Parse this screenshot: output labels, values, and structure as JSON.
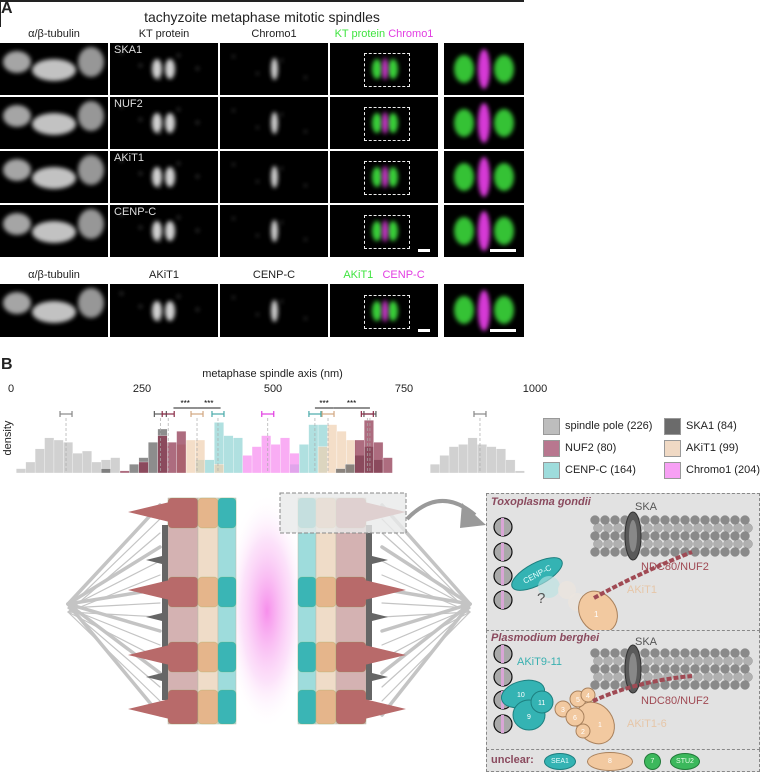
{
  "panel_a": {
    "label": "A",
    "title": "tachyzoite metaphase mitotic spindles",
    "columns": [
      "α/β-tubulin",
      "KT protein",
      "Chromo1"
    ],
    "merge_header": {
      "green": "KT protein",
      "magenta": "Chromo1"
    },
    "rows": [
      "SKA1",
      "NUF2",
      "AKiT1",
      "CENP-C"
    ],
    "second_set": {
      "columns": [
        "α/β-tubulin",
        "AKiT1",
        "CENP-C"
      ],
      "merge_header": {
        "green": "AKiT1",
        "magenta": "CENP-C"
      }
    },
    "colors": {
      "green": "#3fe43f",
      "magenta": "#e23de2"
    }
  },
  "panel_b": {
    "label": "B",
    "axis_title": "metaphase spindle axis (nm)",
    "y_label": "density",
    "significance": [
      "***",
      "***",
      "***",
      "***"
    ],
    "legend": [
      {
        "label": "spindle pole (226)",
        "color": "#bdbdbd"
      },
      {
        "label": "SKA1 (84)",
        "color": "#6b6b6b"
      },
      {
        "label": "NUF2 (80)",
        "color": "#b8778f"
      },
      {
        "label": "AKiT1 (99)",
        "color": "#f0d9c4"
      },
      {
        "label": "CENP-C (164)",
        "color": "#9edcdc"
      },
      {
        "label": "Chromo1 (204)",
        "color": "#f7a0f4"
      }
    ]
  },
  "model": {
    "toxo": {
      "species": "Toxoplasma gondii",
      "ska": "SKA",
      "cenpc": "CENP-C",
      "question": "?",
      "ndc80": "NDC80/NUF2",
      "akit": "AKiT1",
      "akit_num": "1"
    },
    "plasmo": {
      "species": "Plasmodium berghei",
      "ska": "SKA",
      "akit9_11": "AKiT9-11",
      "nums_teal": [
        "10",
        "11",
        "9"
      ],
      "nums_tan": [
        "5",
        "4",
        "3",
        "6",
        "1",
        "2"
      ],
      "ndc80": "NDC80/NUF2",
      "akit": "AKiT1-6"
    },
    "unclear": {
      "label": "unclear:",
      "items": [
        "SEA1",
        "8",
        "7",
        "STU2"
      ]
    }
  },
  "chart_data": {
    "type": "bar",
    "title": "metaphase spindle axis (nm)",
    "xlabel": "metaphase spindle axis (nm)",
    "ylabel": "density",
    "xlim": [
      0,
      1000
    ],
    "xticks": [
      0,
      250,
      500,
      750,
      1000
    ],
    "legend_position": "right",
    "bin_width_nm": 18,
    "series": [
      {
        "name": "spindle pole (226)",
        "n": 226,
        "mean_nm": 105,
        "color": "#bdbdbd",
        "bins_left": [
          {
            "x": 10,
            "h": 2
          },
          {
            "x": 28,
            "h": 5
          },
          {
            "x": 46,
            "h": 11
          },
          {
            "x": 64,
            "h": 16
          },
          {
            "x": 82,
            "h": 15
          },
          {
            "x": 100,
            "h": 14
          },
          {
            "x": 118,
            "h": 9
          },
          {
            "x": 136,
            "h": 10
          },
          {
            "x": 154,
            "h": 5
          },
          {
            "x": 172,
            "h": 6
          },
          {
            "x": 190,
            "h": 7
          }
        ],
        "bins_right": [
          {
            "x": 800,
            "h": 4
          },
          {
            "x": 818,
            "h": 8
          },
          {
            "x": 836,
            "h": 12
          },
          {
            "x": 854,
            "h": 13
          },
          {
            "x": 872,
            "h": 16
          },
          {
            "x": 890,
            "h": 13
          },
          {
            "x": 908,
            "h": 12
          },
          {
            "x": 926,
            "h": 11
          },
          {
            "x": 944,
            "h": 6
          },
          {
            "x": 962,
            "h": 1
          }
        ]
      },
      {
        "name": "SKA1 (84)",
        "n": 84,
        "mean_nm": [
          285,
          685
        ],
        "color": "#5c5c5c",
        "bins": [
          {
            "x": 172,
            "h": 2
          },
          {
            "x": 226,
            "h": 4
          },
          {
            "x": 244,
            "h": 7
          },
          {
            "x": 262,
            "h": 14
          },
          {
            "x": 280,
            "h": 20
          },
          {
            "x": 620,
            "h": 2
          },
          {
            "x": 638,
            "h": 4
          },
          {
            "x": 656,
            "h": 8
          },
          {
            "x": 674,
            "h": 12
          },
          {
            "x": 692,
            "h": 6
          }
        ]
      },
      {
        "name": "NUF2 (80)",
        "n": 80,
        "mean_nm": [
          310,
          680
        ],
        "color": "#8a2d48",
        "bins": [
          {
            "x": 208,
            "h": 1
          },
          {
            "x": 244,
            "h": 5
          },
          {
            "x": 280,
            "h": 17
          },
          {
            "x": 298,
            "h": 14
          },
          {
            "x": 316,
            "h": 19
          },
          {
            "x": 656,
            "h": 15
          },
          {
            "x": 674,
            "h": 24
          },
          {
            "x": 692,
            "h": 14
          },
          {
            "x": 710,
            "h": 7
          }
        ]
      },
      {
        "name": "AKiT1 (99)",
        "n": 99,
        "mean_nm": [
          355,
          605
        ],
        "color": "#f0d0b0",
        "bins": [
          {
            "x": 316,
            "h": 13
          },
          {
            "x": 334,
            "h": 15
          },
          {
            "x": 352,
            "h": 15
          },
          {
            "x": 388,
            "h": 4
          },
          {
            "x": 586,
            "h": 12
          },
          {
            "x": 604,
            "h": 22
          },
          {
            "x": 622,
            "h": 19
          },
          {
            "x": 640,
            "h": 15
          }
        ]
      },
      {
        "name": "CENP-C (164)",
        "n": 164,
        "mean_nm": [
          395,
          580
        ],
        "color": "#8fd3d3",
        "bins": [
          {
            "x": 352,
            "h": 6
          },
          {
            "x": 370,
            "h": 6
          },
          {
            "x": 388,
            "h": 23
          },
          {
            "x": 406,
            "h": 17
          },
          {
            "x": 424,
            "h": 16
          },
          {
            "x": 532,
            "h": 4
          },
          {
            "x": 550,
            "h": 13
          },
          {
            "x": 568,
            "h": 22
          },
          {
            "x": 586,
            "h": 22
          }
        ]
      },
      {
        "name": "Chromo1 (204)",
        "n": 204,
        "mean_nm": 490,
        "color": "#f68af0",
        "bins": [
          {
            "x": 442,
            "h": 8
          },
          {
            "x": 460,
            "h": 12
          },
          {
            "x": 478,
            "h": 17
          },
          {
            "x": 496,
            "h": 13
          },
          {
            "x": 514,
            "h": 16
          },
          {
            "x": 532,
            "h": 9
          }
        ]
      }
    ],
    "significance_brackets": [
      {
        "from_nm": 310,
        "to_nm": 355,
        "label": "***"
      },
      {
        "from_nm": 355,
        "to_nm": 400,
        "label": "***"
      },
      {
        "from_nm": 580,
        "to_nm": 615,
        "label": "***"
      },
      {
        "from_nm": 615,
        "to_nm": 685,
        "label": "***"
      }
    ]
  }
}
